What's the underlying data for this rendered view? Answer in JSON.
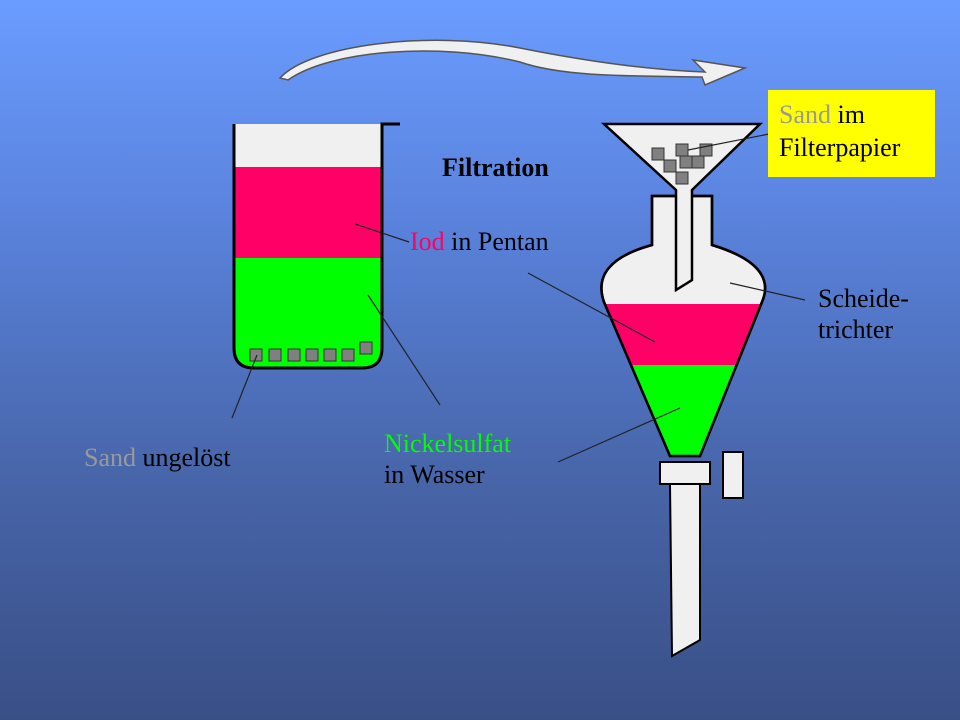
{
  "title": "Filtration",
  "labels": {
    "iod": {
      "highlight": "Iod",
      "rest": " in Pentan"
    },
    "sand_undissolved": {
      "highlight": "Sand",
      "rest": " ungelöst"
    },
    "nickel": {
      "line1": "Nickelsulfat",
      "line2": "in Wasser"
    },
    "scheide": {
      "line1": "Scheide-",
      "line2": "trichter"
    },
    "filter": {
      "highlight": "Sand",
      "rest": " im",
      "line2": "Filterpapier"
    }
  },
  "colors": {
    "pentan_layer": "#ff0066",
    "water_layer": "#00ff00",
    "glass": "#f0f0f0",
    "sand": "#808080",
    "iod_text": "#ff0066",
    "sand_text": "#999999",
    "nickel_text": "#00ff00",
    "filter_box": "#ffff00"
  }
}
